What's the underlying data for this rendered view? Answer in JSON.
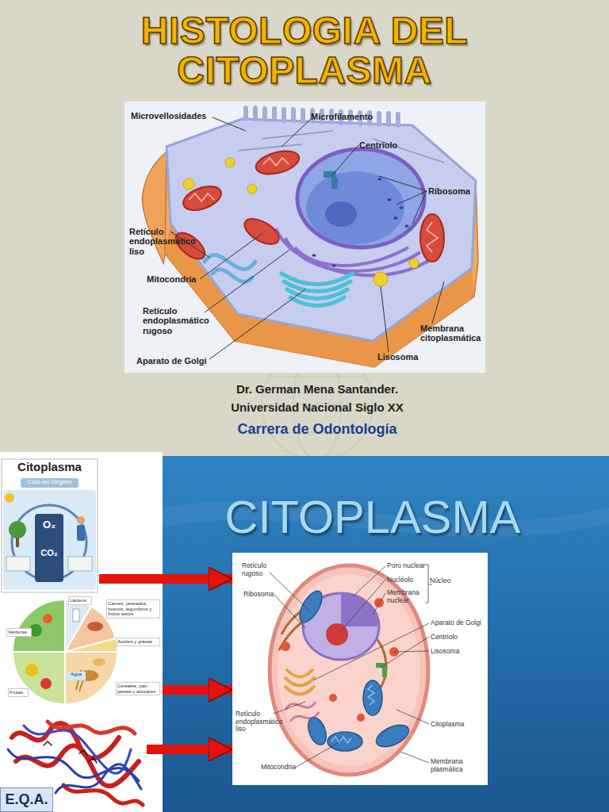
{
  "diagram": {
    "title": "HISTOLOGIA DEL CITOPLASMA",
    "nodes": [
      {
        "text": [
          "Microvellosidades",
          "Microfilamento",
          "Centríolo",
          "Ribosoma",
          "Retículo endoplasmático liso",
          "Mitocondria",
          "Retículo endoplasmático rugoso",
          "Aparato de Golgi",
          "Lisosoma",
          "Membrana citoplasmática"
        ]
      },
      {
        "text": [
          "Citoplasma",
          "Ciclo del Oxígeno",
          "O₂",
          "CO₂"
        ]
      },
      {
        "text": [
          "Lácteos",
          "Carnes, pescados, huevos, legumbres y frutos secos",
          "Verduras",
          "Aceites y grasas",
          "Agua",
          "Frutas",
          "Cereales, pan, pastas y azúcares"
        ]
      },
      {
        "text": [
          "E.Q.A."
        ]
      },
      {
        "text": [
          "CITOPLASMA"
        ]
      },
      {
        "text": [
          "Retículo rugoso",
          "Ribosoma",
          "Poro nuclear",
          "Nucléolo",
          "Membrana nuclear",
          "Núcleo",
          "Aparato de Golgi",
          "Centriolo",
          "Lisosoma",
          "Retículo endoplasmático liso",
          "Citoplasma",
          "Mitocondria",
          "Membrana plasmática"
        ],
        "in": 4
      }
    ],
    "edges": [
      {
        "from": 1,
        "to": 5,
        "arrow": "to"
      },
      {
        "from": 2,
        "to": 5,
        "arrow": "to"
      },
      {
        "from": 3,
        "to": 5,
        "arrow": "to"
      }
    ],
    "labels": [
      "Dr. German Mena Santander.",
      "Universidad Nacional Siglo XX",
      "Carrera de Odontología"
    ]
  }
}
